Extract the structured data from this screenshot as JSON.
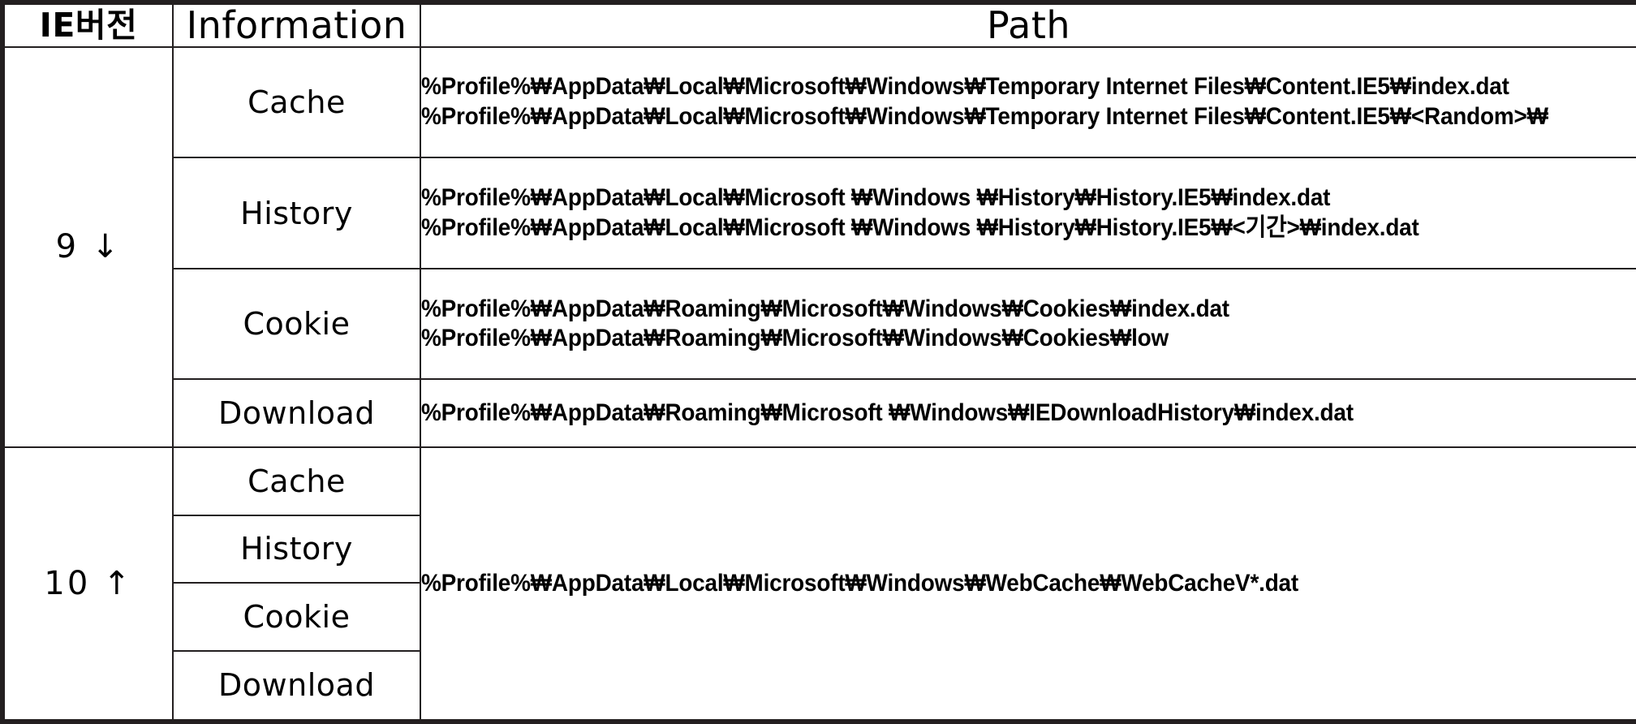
{
  "table": {
    "columns": [
      {
        "key": "version",
        "label": "IE버전"
      },
      {
        "key": "information",
        "label": "Information"
      },
      {
        "key": "path",
        "label": "Path"
      }
    ],
    "groups": [
      {
        "version_number": "9",
        "version_arrow": "↓",
        "version_label": "9 ↓",
        "merged_path": false,
        "rows": [
          {
            "information": "Cache",
            "paths": [
              "%Profile%₩AppData₩Local₩Microsoft₩Windows₩Temporary Internet Files₩Content.IE5₩index.dat",
              "%Profile%₩AppData₩Local₩Microsoft₩Windows₩Temporary Internet Files₩Content.IE5₩<Random>₩"
            ]
          },
          {
            "information": "History",
            "paths": [
              "%Profile%₩AppData₩Local₩Microsoft ₩Windows ₩History₩History.IE5₩index.dat",
              "%Profile%₩AppData₩Local₩Microsoft ₩Windows ₩History₩History.IE5₩<기간>₩index.dat"
            ]
          },
          {
            "information": "Cookie",
            "paths": [
              "%Profile%₩AppData₩Roaming₩Microsoft₩Windows₩Cookies₩index.dat",
              "%Profile%₩AppData₩Roaming₩Microsoft₩Windows₩Cookies₩low"
            ]
          },
          {
            "information": "Download",
            "paths": [
              "%Profile%₩AppData₩Roaming₩Microsoft ₩Windows₩IEDownloadHistory₩index.dat"
            ]
          }
        ]
      },
      {
        "version_number": "10",
        "version_arrow": "↑",
        "version_label": "10 ↑",
        "merged_path": true,
        "merged_path_value": "%Profile%₩AppData₩Local₩Microsoft₩Windows₩WebCache₩WebCacheV*.dat",
        "rows": [
          {
            "information": "Cache",
            "paths": []
          },
          {
            "information": "History",
            "paths": []
          },
          {
            "information": "Cookie",
            "paths": []
          },
          {
            "information": "Download",
            "paths": []
          }
        ]
      }
    ]
  },
  "colors": {
    "border": "#231f20",
    "text": "#000000",
    "background": "#ffffff"
  }
}
